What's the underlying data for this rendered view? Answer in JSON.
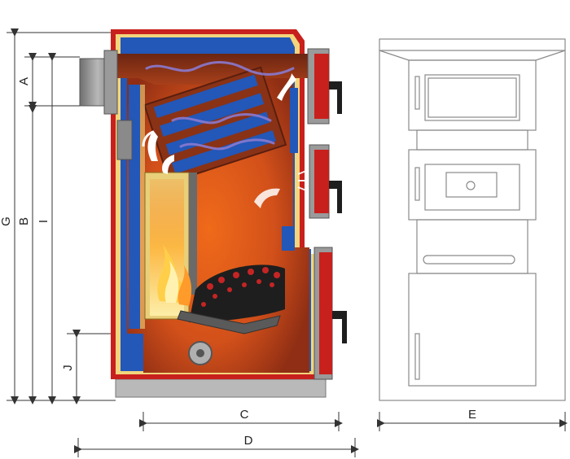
{
  "labels": {
    "A": "A",
    "B": "B",
    "G": "G",
    "I": "I",
    "J": "J",
    "C": "C",
    "D": "D",
    "E": "E"
  },
  "colors": {
    "outer_red": "#c8201c",
    "chamber_orange": "#c94a14",
    "chamber_dark": "#7a2a14",
    "insulation_yellow": "#f2d57c",
    "water_blue": "#2357b8",
    "steel_gray": "#8a8a8a",
    "dim_line": "#333333"
  }
}
